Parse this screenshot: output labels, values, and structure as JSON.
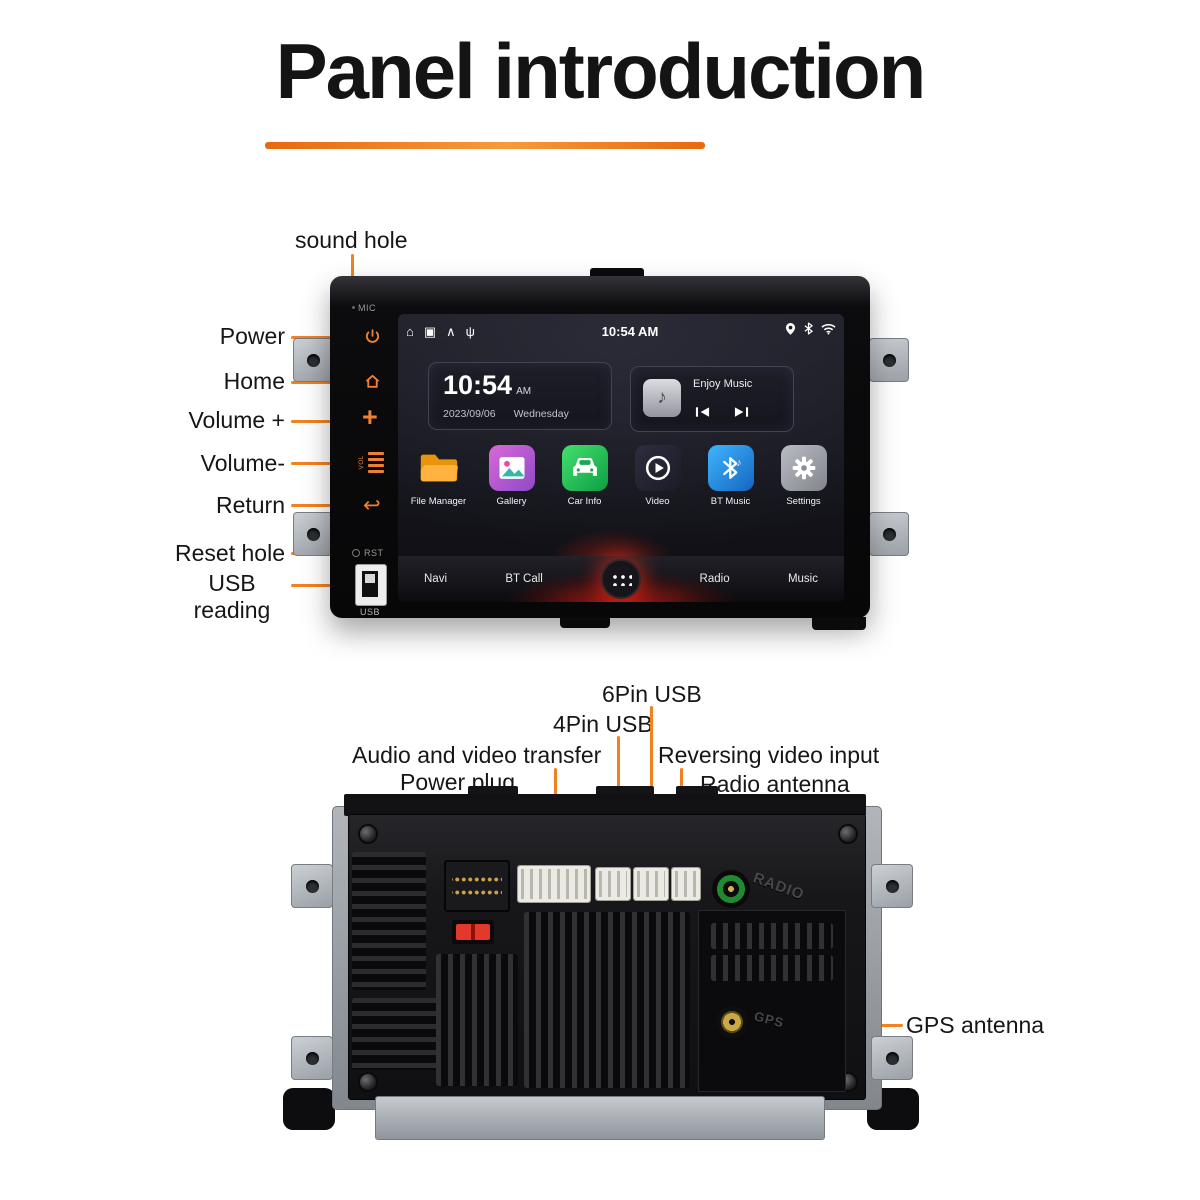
{
  "title": "Panel introduction",
  "colors": {
    "accent_orange": "#f2811f",
    "title_black": "#141414"
  },
  "front_labels": {
    "sound_hole": "sound hole",
    "power": "Power",
    "home": "Home",
    "volume_up": "Volume +",
    "volume_down": "Volume-",
    "return": "Return",
    "reset_hole": "Reset hole",
    "usb_line1": "USB",
    "usb_line2": "reading"
  },
  "front_panel": {
    "mic_marking": "MIC",
    "vol_marking": "VOL",
    "rst_marking": "RST",
    "usb_marking": "USB",
    "plus_glyph": "+",
    "return_glyph": "↩"
  },
  "screen": {
    "status_bar": {
      "time": "10:54 AM",
      "left_glyphs": [
        "⌂",
        "▣",
        "∧",
        "ψ"
      ],
      "right_icons": [
        "location-icon",
        "bluetooth-icon",
        "wifi-icon"
      ]
    },
    "clock": {
      "time": "10:54",
      "meridiem": "AM",
      "date": "2023/09/06",
      "weekday": "Wednesday"
    },
    "music": {
      "title": "Enjoy Music",
      "note_glyph": "♪"
    },
    "apps": [
      {
        "name": "File Manager",
        "icon": "folder-icon"
      },
      {
        "name": "Gallery",
        "icon": "photo-icon"
      },
      {
        "name": "Car Info",
        "icon": "car-icon"
      },
      {
        "name": "Video",
        "icon": "play-icon"
      },
      {
        "name": "BT Music",
        "icon": "bluetooth-note-icon",
        "note_glyph": "♪"
      },
      {
        "name": "Settings",
        "icon": "gear-icon"
      }
    ],
    "dock": [
      {
        "label": "Navi"
      },
      {
        "label": "BT Call"
      },
      {
        "label": "Radio"
      },
      {
        "label": "Music"
      }
    ]
  },
  "back_labels": {
    "six_pin_usb": "6Pin USB",
    "four_pin_usb": "4Pin USB",
    "audio_video": "Audio and video transfer",
    "power_plug": "Power plug",
    "reversing_video": "Reversing video input",
    "radio_antenna": "Radio antenna",
    "gps_antenna": "GPS antenna"
  },
  "back_panel": {
    "radio_marking": "RADIO",
    "gps_marking": "GPS"
  }
}
